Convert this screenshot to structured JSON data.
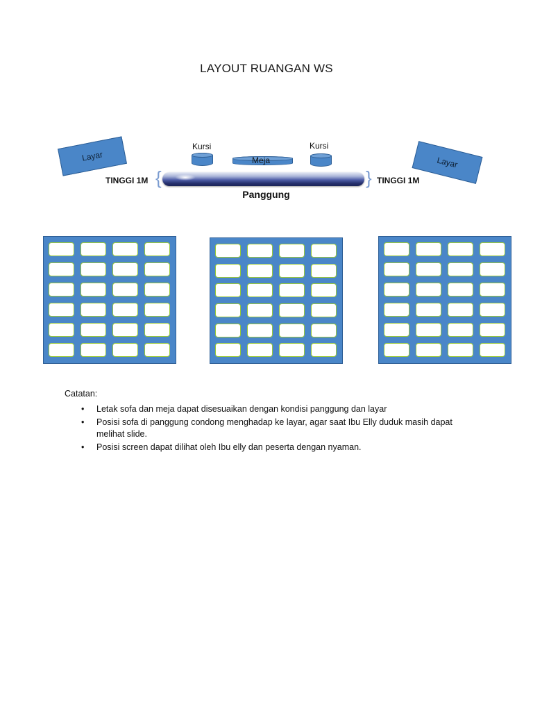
{
  "title": "LAYOUT RUANGAN WS",
  "diagram": {
    "screen_left_label": "Layar",
    "screen_right_label": "Layar",
    "chair_left_label": "Kursi",
    "chair_right_label": "Kursi",
    "table_label": "Meja",
    "height_left_label": "TINGGI 1M",
    "height_right_label": "TINGGI 1M",
    "stage_label": "Panggung",
    "seating_blocks": [
      {
        "rows": 6,
        "cols": 4
      },
      {
        "rows": 6,
        "cols": 4
      },
      {
        "rows": 6,
        "cols": 4
      }
    ],
    "colors": {
      "fill": "#4a86c8",
      "outline": "#2e5f96",
      "seat_border": "#9ac93a"
    }
  },
  "notes": {
    "title": "Catatan:",
    "bullet_glyph": "•",
    "items": [
      "Letak sofa dan meja dapat disesuaikan dengan kondisi panggung dan layar",
      "Posisi sofa di panggung condong menghadap ke layar, agar saat Ibu Elly duduk masih dapat melihat slide.",
      "Posisi screen dapat dilihat oleh Ibu elly dan peserta dengan nyaman."
    ]
  }
}
